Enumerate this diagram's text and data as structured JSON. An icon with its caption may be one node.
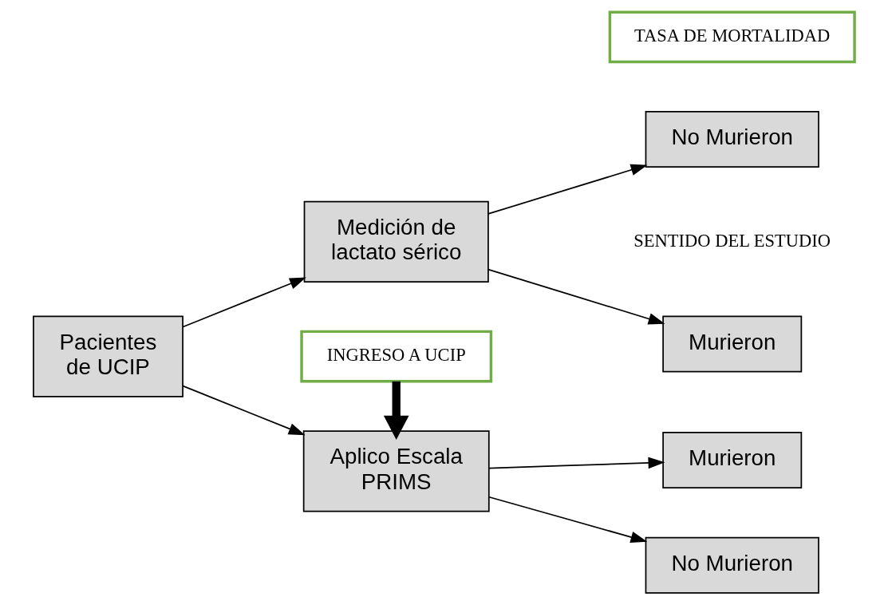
{
  "diagram": {
    "nodes": [
      {
        "text": [
          "Pacientes de UCIP"
        ]
      },
      {
        "text": [
          "INGRESO A UCIP"
        ]
      },
      {
        "text": [
          "TASA DE MORTALIDAD"
        ]
      },
      {
        "text": [
          "Aplico Escala PRIMS"
        ]
      },
      {
        "text": [
          "Murieron"
        ]
      },
      {
        "text": [
          "No Murieron"
        ]
      },
      {
        "text": [
          "Medición de lactato sérico"
        ]
      },
      {
        "text": [
          "Murieron"
        ]
      },
      {
        "text": [
          "No Murieron"
        ]
      }
    ],
    "edges": [
      {
        "from": 1,
        "to": 3,
        "arrow": "to",
        "style": "thick"
      },
      {
        "from": 0,
        "to": 3,
        "arrow": "to"
      },
      {
        "from": 0,
        "to": 6,
        "arrow": "to"
      },
      {
        "from": 3,
        "to": 4,
        "arrow": "to"
      },
      {
        "from": 3,
        "to": 5,
        "arrow": "to"
      },
      {
        "from": 6,
        "to": 7,
        "arrow": "to"
      },
      {
        "from": 6,
        "to": 8,
        "arrow": "to"
      }
    ],
    "labels": [
      "SENTIDO DEL ESTUDIO"
    ]
  }
}
